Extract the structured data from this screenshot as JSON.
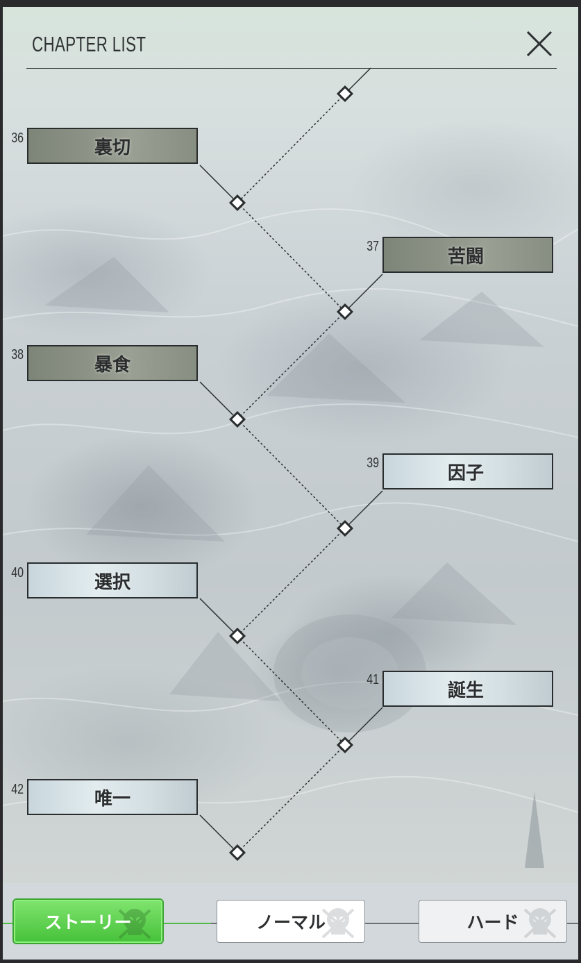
{
  "header": {
    "title": "CHAPTER LIST"
  },
  "chapters": [
    {
      "number": "36",
      "name": "裏切",
      "side": "left",
      "thumb": "dark"
    },
    {
      "number": "37",
      "name": "苦闘",
      "side": "right",
      "thumb": "dark"
    },
    {
      "number": "38",
      "name": "暴食",
      "side": "left",
      "thumb": "dark"
    },
    {
      "number": "39",
      "name": "因子",
      "side": "right",
      "thumb": "light"
    },
    {
      "number": "40",
      "name": "選択",
      "side": "left",
      "thumb": "light"
    },
    {
      "number": "41",
      "name": "誕生",
      "side": "right",
      "thumb": "light"
    },
    {
      "number": "42",
      "name": "唯一",
      "side": "left",
      "thumb": "light"
    }
  ],
  "difficulty": {
    "story_label": "ストーリー",
    "normal_label": "ノーマル",
    "hard_label": "ハード",
    "selected": "story"
  },
  "colors": {
    "accent_green": "#52b84a",
    "text_dark": "#2b2d2e"
  },
  "icons": {
    "close": "close-icon",
    "difficulty": "skull-icon",
    "node": "diamond-node-icon"
  }
}
